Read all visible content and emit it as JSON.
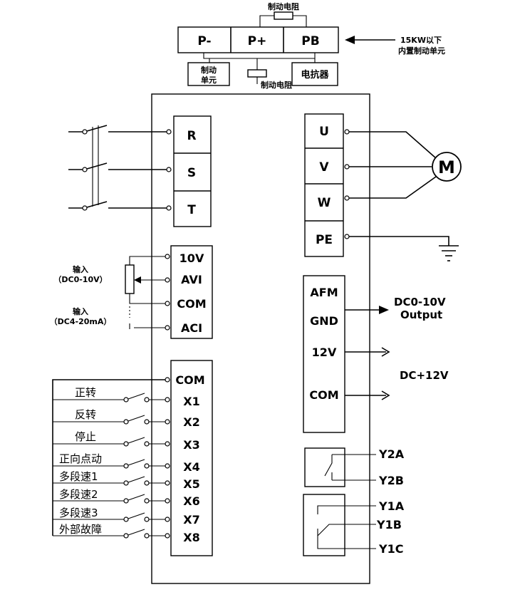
{
  "top": {
    "brake_resistor_top": "制动电阻",
    "terminals": [
      "P-",
      "P+",
      "PB"
    ],
    "note_line1": "15KW以下",
    "note_line2": "内置制动单元",
    "brake_unit_line1": "制动",
    "brake_unit_line2": "单元",
    "brake_resistor_mid": "制动电阻",
    "reactor": "电抗器"
  },
  "power_in": [
    "R",
    "S",
    "T"
  ],
  "motor_out": [
    "U",
    "V",
    "W",
    "PE"
  ],
  "motor_label": "M",
  "analog_in": {
    "terminals": [
      "10V",
      "AVI",
      "COM",
      "ACI"
    ],
    "input1_line1": "输入",
    "input1_line2": "（DC0-10V）",
    "input2_line1": "输入",
    "input2_line2": "（DC4-20mA）"
  },
  "analog_out": {
    "terminals": [
      "AFM",
      "GND",
      "12V",
      "COM"
    ],
    "out_line1": "DC0-10V",
    "out_line2": "Output",
    "dc12": "DC+12V"
  },
  "digital_in": {
    "common": "COM",
    "terminals": [
      "X1",
      "X2",
      "X3",
      "X4",
      "X5",
      "X6",
      "X7",
      "X8"
    ],
    "functions": [
      "正转",
      "反转",
      "停止",
      "正向点动",
      "多段速1",
      "多段速2",
      "多段速3",
      "外部故障"
    ]
  },
  "relays": {
    "y2": [
      "Y2A",
      "Y2B"
    ],
    "y1": [
      "Y1A",
      "Y1B",
      "Y1C"
    ]
  }
}
